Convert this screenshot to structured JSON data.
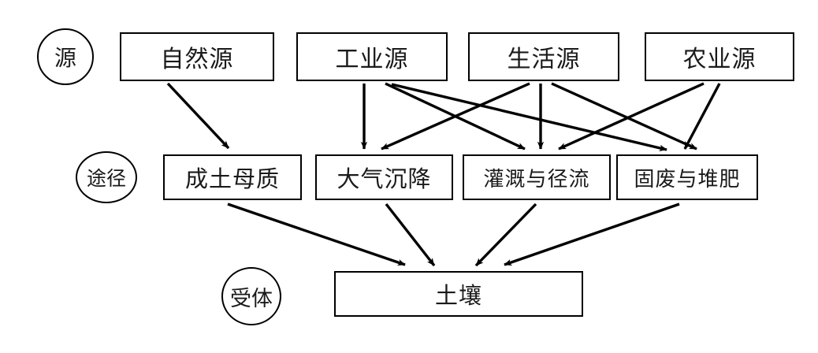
{
  "diagram": {
    "title": "土壤污染 源-途径-受体 概念图",
    "background_color": "#ffffff",
    "line_color": "#000000",
    "text_color": "#1a1a1a",
    "rows": [
      {
        "id": "source",
        "label": "源",
        "nodes": [
          {
            "id": "natural",
            "label": "自然源"
          },
          {
            "id": "industry",
            "label": "工业源"
          },
          {
            "id": "living",
            "label": "生活源"
          },
          {
            "id": "agri",
            "label": "农业源"
          }
        ]
      },
      {
        "id": "pathway",
        "label": "途径",
        "nodes": [
          {
            "id": "parent",
            "label": "成土母质"
          },
          {
            "id": "deposit",
            "label": "大气沉降"
          },
          {
            "id": "runoff",
            "label": "灌溉与径流"
          },
          {
            "id": "waste",
            "label": "固废与堆肥"
          }
        ]
      },
      {
        "id": "receptor",
        "label": "受体",
        "nodes": [
          {
            "id": "soil",
            "label": "土壤"
          }
        ]
      }
    ],
    "edges": [
      {
        "from": "natural",
        "to": "parent"
      },
      {
        "from": "industry",
        "to": "deposit"
      },
      {
        "from": "industry",
        "to": "runoff"
      },
      {
        "from": "industry",
        "to": "waste"
      },
      {
        "from": "living",
        "to": "deposit"
      },
      {
        "from": "living",
        "to": "runoff"
      },
      {
        "from": "living",
        "to": "waste"
      },
      {
        "from": "agri",
        "to": "runoff"
      },
      {
        "from": "agri",
        "to": "waste"
      },
      {
        "from": "parent",
        "to": "soil"
      },
      {
        "from": "deposit",
        "to": "soil"
      },
      {
        "from": "runoff",
        "to": "soil"
      },
      {
        "from": "waste",
        "to": "soil"
      }
    ]
  }
}
